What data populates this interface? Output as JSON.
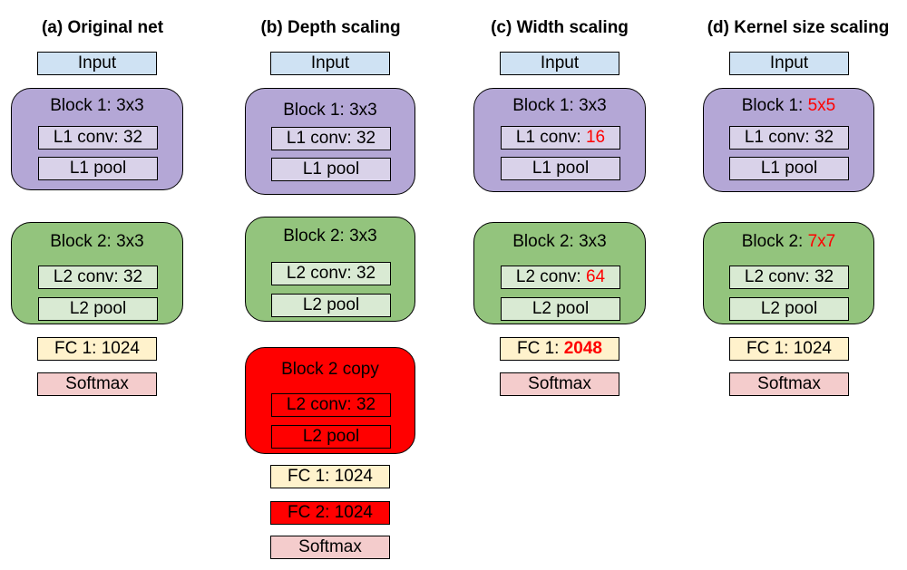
{
  "columns": {
    "a": {
      "title": "(a) Original net",
      "input": "Input",
      "block1": {
        "title": "Block 1: 3x3",
        "conv": "L1 conv: 32",
        "pool": "L1 pool"
      },
      "block2": {
        "title": "Block 2: 3x3",
        "conv": "L2 conv: 32",
        "pool": "L2 pool"
      },
      "fc1": "FC 1: 1024",
      "softmax": "Softmax"
    },
    "b": {
      "title": "(b) Depth scaling",
      "input": "Input",
      "block1": {
        "title": "Block 1: 3x3",
        "conv": "L1 conv: 32",
        "pool": "L1 pool"
      },
      "block2": {
        "title": "Block 2: 3x3",
        "conv": "L2 conv: 32",
        "pool": "L2 pool"
      },
      "block2copy": {
        "title": "Block 2 copy",
        "conv": "L2 conv: 32",
        "pool": "L2 pool"
      },
      "fc1": "FC 1: 1024",
      "fc2": "FC 2: 1024",
      "softmax": "Softmax"
    },
    "c": {
      "title": "(c) Width scaling",
      "input": "Input",
      "block1": {
        "title": "Block 1: 3x3",
        "conv_prefix": "L1 conv: ",
        "conv_value": "16",
        "pool": "L1 pool"
      },
      "block2": {
        "title": "Block 2: 3x3",
        "conv_prefix": "L2 conv: ",
        "conv_value": "64",
        "pool": "L2 pool"
      },
      "fc1_prefix": "FC 1: ",
      "fc1_value": "2048",
      "softmax": "Softmax"
    },
    "d": {
      "title": "(d) Kernel size scaling",
      "input": "Input",
      "block1": {
        "title_prefix": "Block 1: ",
        "title_value": "5x5",
        "conv": "L1 conv: 32",
        "pool": "L1 pool"
      },
      "block2": {
        "title_prefix": "Block 2: ",
        "title_value": "7x7",
        "conv": "L2 conv: 32",
        "pool": "L2 pool"
      },
      "fc1": "FC 1: 1024",
      "softmax": "Softmax"
    }
  },
  "colors": {
    "input": "#cfe2f3",
    "block1": "#b4a7d6",
    "block1_inner": "#d9d2e9",
    "block2": "#93c47d",
    "block2_inner": "#d9ead3",
    "highlight": "#ff0000",
    "fc": "#fff2cc",
    "softmax": "#f4cccc"
  }
}
